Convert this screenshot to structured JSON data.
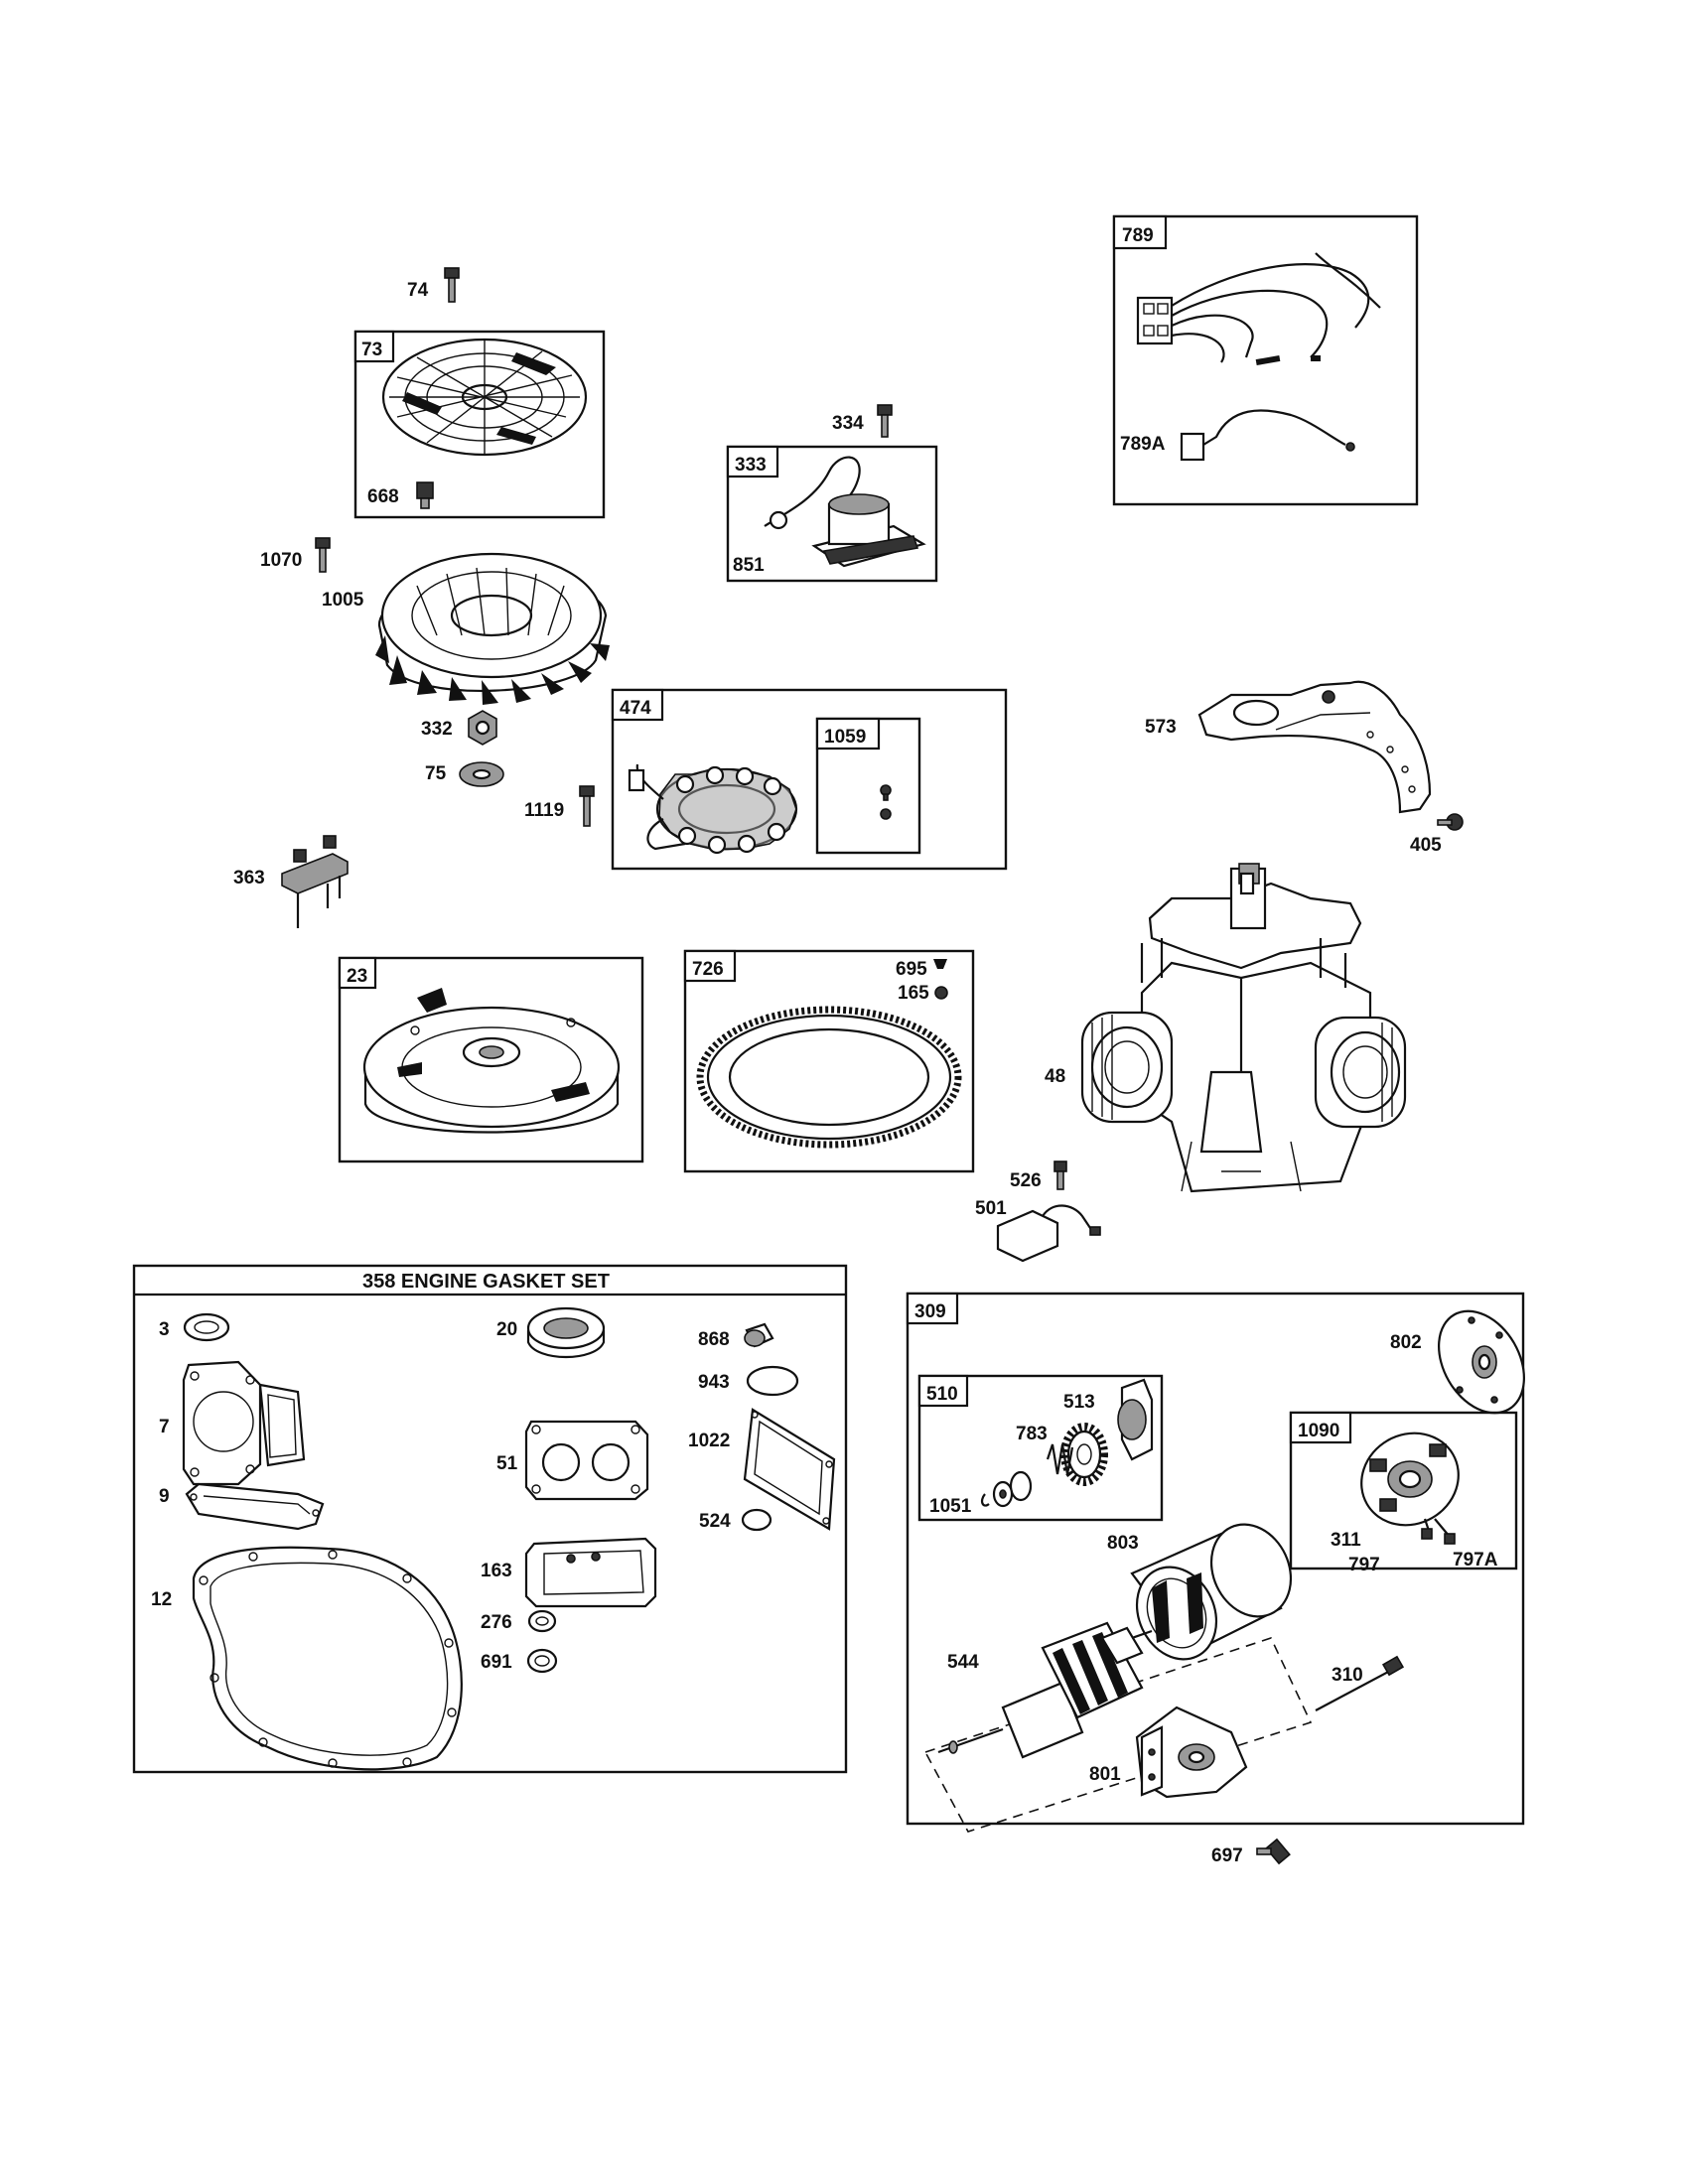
{
  "gasket_set_title": "358 ENGINE GASKET SET",
  "boxes": {
    "b789": "789",
    "b73": "73",
    "b333": "333",
    "b474": "474",
    "b1059": "1059",
    "b23": "23",
    "b726": "726",
    "b309": "309",
    "b510": "510",
    "b1090": "1090"
  },
  "labels": {
    "l74": "74",
    "l668": "668",
    "l334": "334",
    "l851": "851",
    "l789A": "789A",
    "l1070": "1070",
    "l1005": "1005",
    "l332": "332",
    "l75": "75",
    "l1119": "1119",
    "l573": "573",
    "l405": "405",
    "l363": "363",
    "l695": "695",
    "l165": "165",
    "l48": "48",
    "l526": "526",
    "l501": "501",
    "l3": "3",
    "l7": "7",
    "l9": "9",
    "l12": "12",
    "l20": "20",
    "l51": "51",
    "l163": "163",
    "l276": "276",
    "l691": "691",
    "l868": "868",
    "l943": "943",
    "l1022": "1022",
    "l524": "524",
    "l802": "802",
    "l513": "513",
    "l783": "783",
    "l1051": "1051",
    "l803": "803",
    "l311": "311",
    "l797": "797",
    "l797A": "797A",
    "l544": "544",
    "l310": "310",
    "l801": "801",
    "l697": "697"
  }
}
